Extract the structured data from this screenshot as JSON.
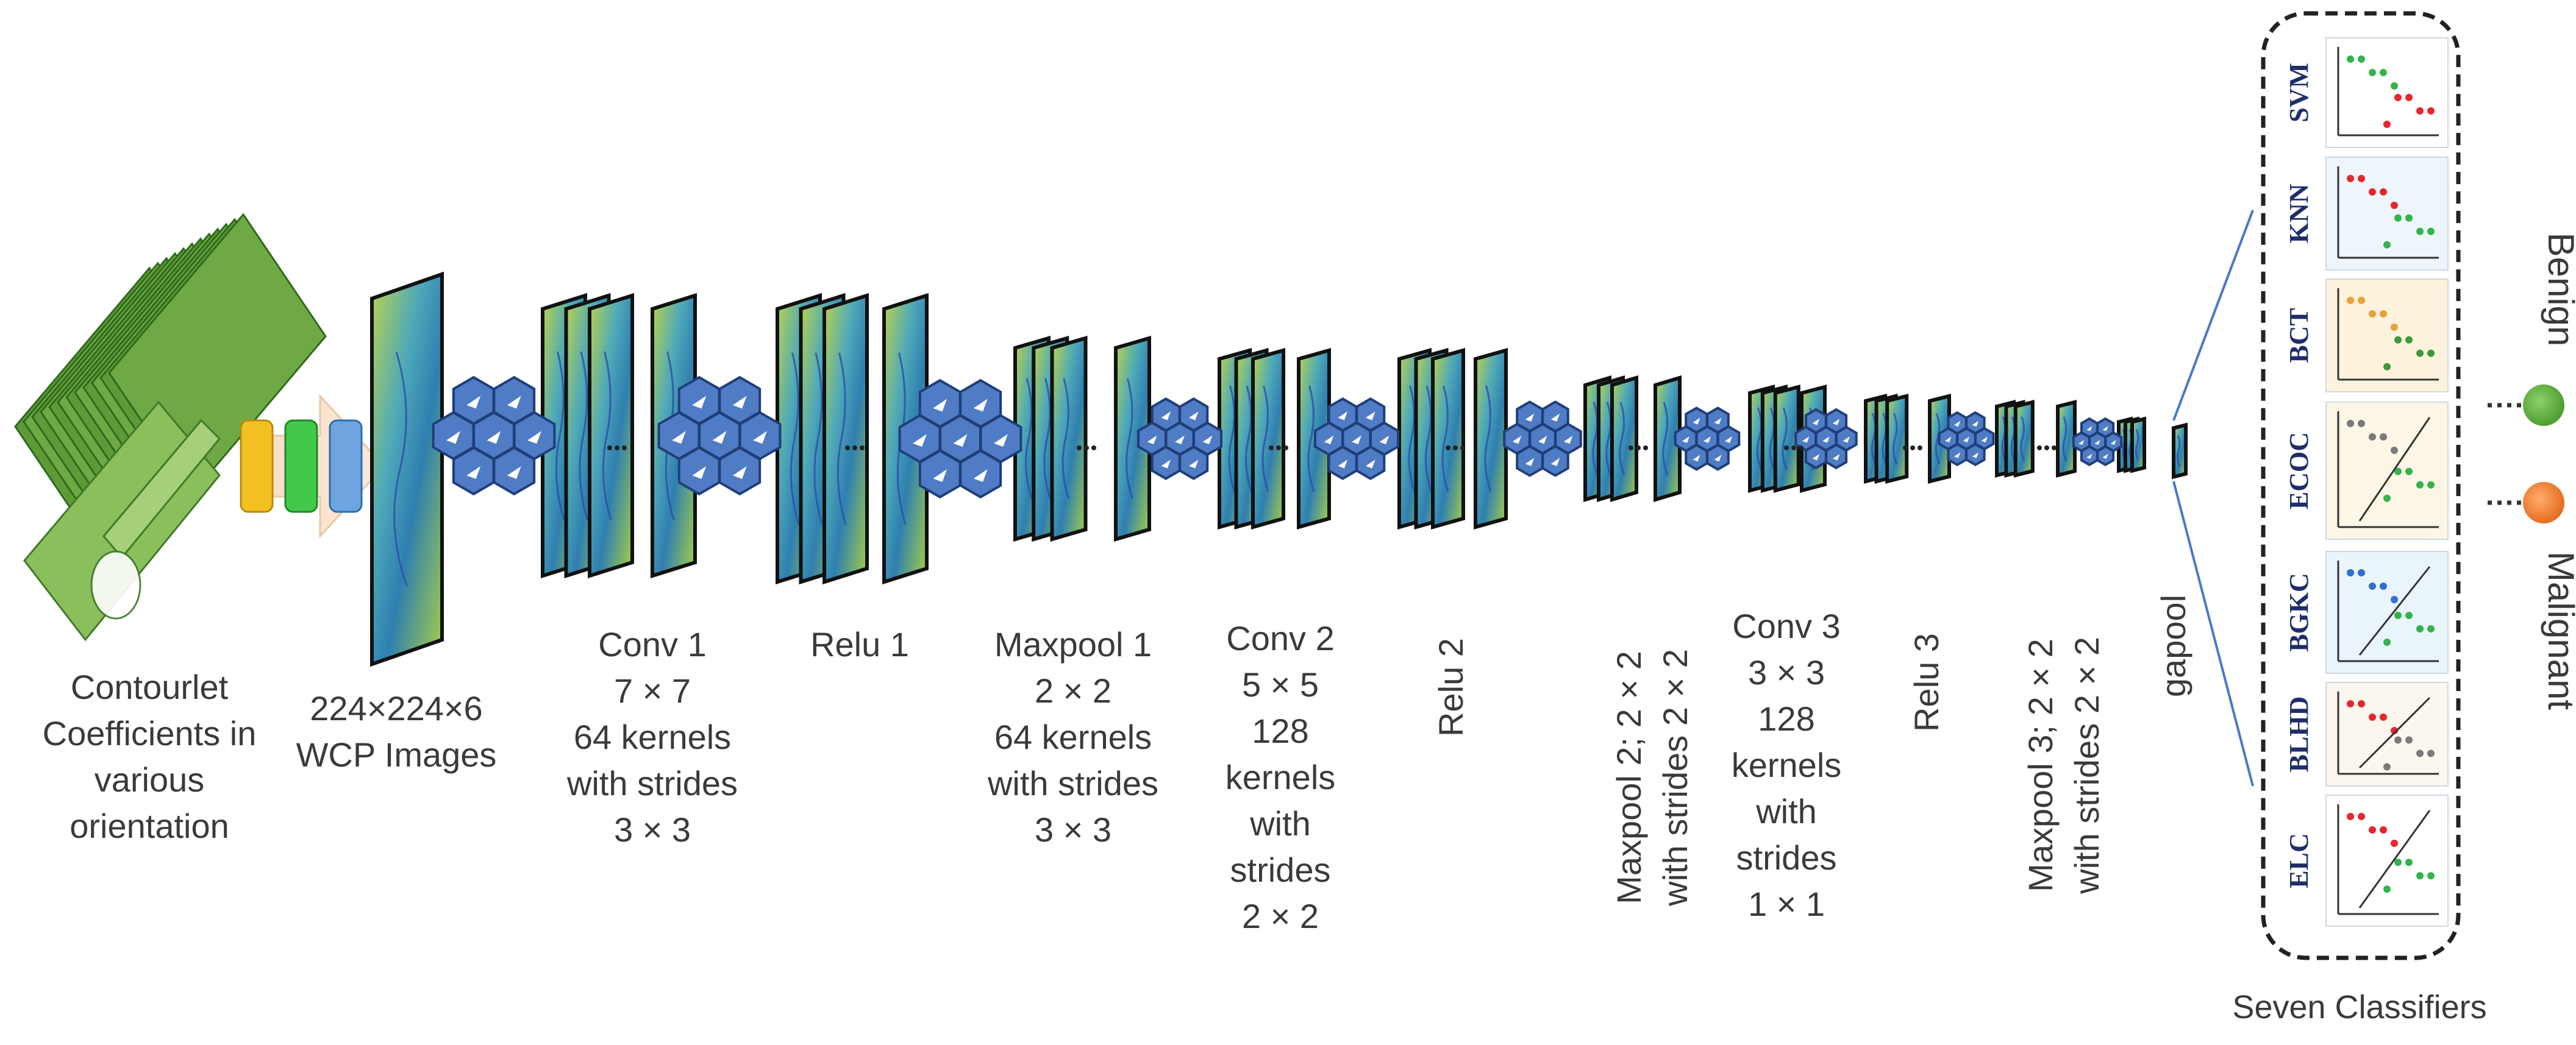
{
  "input": {
    "lines": [
      "Contourlet",
      "Coefficients in",
      "various",
      "orientation"
    ]
  },
  "wcp": {
    "lines": [
      "224×224×6",
      "WCP Images"
    ]
  },
  "stages": [
    {
      "id": "conv1",
      "lines": [
        "Conv 1",
        "7 × 7",
        "64 kernels",
        "with strides",
        "3 × 3"
      ]
    },
    {
      "id": "relu1",
      "lines": [
        "Relu 1"
      ]
    },
    {
      "id": "maxpool1",
      "lines": [
        "Maxpool 1",
        "2 × 2",
        "64 kernels",
        "with strides",
        "3 × 3"
      ]
    },
    {
      "id": "conv2",
      "lines": [
        "Conv 2",
        "5 × 5",
        "128",
        "kernels",
        "with",
        "strides",
        "2 × 2"
      ]
    },
    {
      "id": "relu2",
      "lines": [
        "Relu 2"
      ]
    },
    {
      "id": "maxpool2",
      "lines": [
        "Maxpool 2; 2 × 2",
        "with strides 2 × 2"
      ]
    },
    {
      "id": "conv3",
      "lines": [
        "Conv 3",
        "3 × 3",
        "128",
        "kernels",
        "with",
        "strides",
        "1 × 1"
      ]
    },
    {
      "id": "relu3",
      "lines": [
        "Relu 3"
      ]
    },
    {
      "id": "maxpool3",
      "lines": [
        "Maxpool 3; 2 × 2",
        "with strides 2 × 2"
      ]
    },
    {
      "id": "gapool",
      "lines": [
        "gapool"
      ]
    }
  ],
  "classifiers": {
    "caption": "Seven Classifiers",
    "items": [
      "SVM",
      "KNN",
      "BCT",
      "ECOC",
      "BGKC",
      "BLHD",
      "ELC"
    ]
  },
  "outputs": [
    {
      "label": "Benign",
      "color": "#5aab3a"
    },
    {
      "label": "Malignant",
      "color": "#ef7e32"
    }
  ],
  "colors": {
    "feature_map": "#3f8fb0",
    "feature_map_texture": "#c8d64a",
    "hexagon": "#4f7cc4",
    "input_sheet": "#7bb34d",
    "connector": "#4a78c9"
  }
}
